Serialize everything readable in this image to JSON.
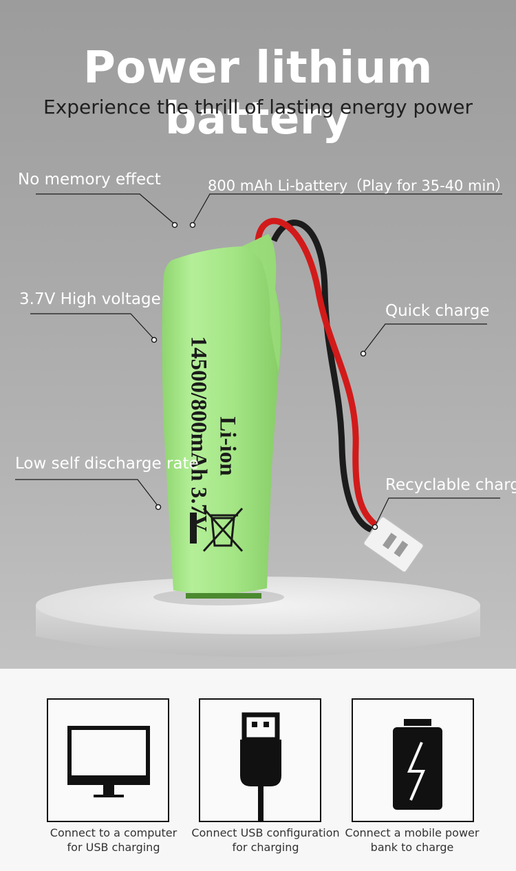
{
  "header": {
    "title": "Power lithium battery",
    "subtitle": "Experience the thrill of lasting energy power"
  },
  "features": {
    "no_memory": "No memory effect",
    "capacity": "800 mAh Li-battery（Play for 35-40 min）",
    "high_voltage": "3.7V High voltage",
    "quick_charge": "Quick charge",
    "self_discharge": "Low self discharge rate",
    "recyclable": "Recyclable charge"
  },
  "battery": {
    "model": "14500/800mAh 3.7V",
    "chemistry": "Li-ion",
    "body_color": "#a6e88a"
  },
  "charging_methods": [
    {
      "icon": "computer-monitor-icon",
      "line1": "Connect to a computer",
      "line2": "for USB charging"
    },
    {
      "icon": "usb-plug-icon",
      "line1": "Connect USB configuration",
      "line2": "for charging"
    },
    {
      "icon": "power-bank-icon",
      "line1": "Connect a mobile power",
      "line2": "bank to charge"
    }
  ]
}
